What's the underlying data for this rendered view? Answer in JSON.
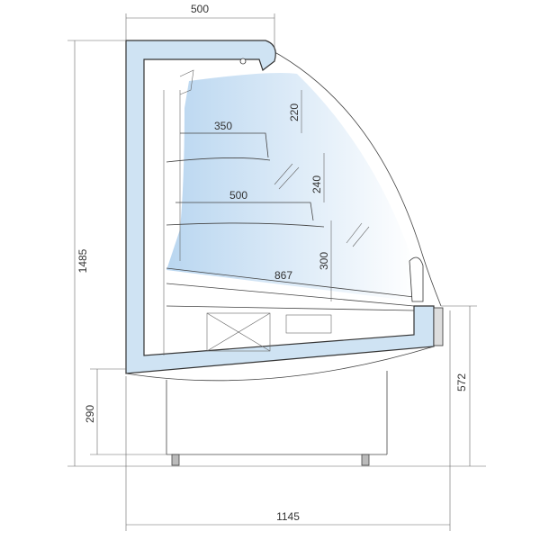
{
  "drawing": {
    "title": "Refrigerated display cabinet side section",
    "dimensions": {
      "top_depth": "500",
      "total_height": "1485",
      "shelf1_depth": "350",
      "shelf1_gap": "220",
      "shelf2_gap": "240",
      "shelf2_depth": "500",
      "shelf3_gap": "300",
      "base_depth": "867",
      "base_height": "290",
      "deck_height": "572",
      "total_depth": "1145"
    },
    "colors": {
      "frame": "#cfe3f3",
      "glass": "#dcebf8",
      "outline": "#333333"
    }
  }
}
